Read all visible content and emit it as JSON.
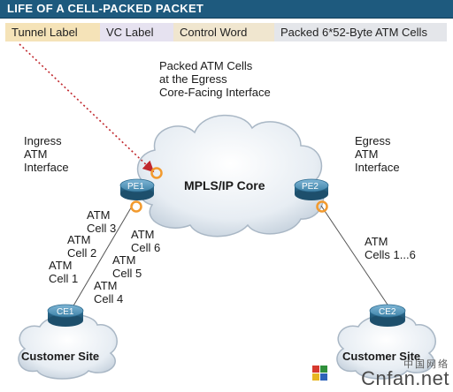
{
  "header": {
    "title": "LIFE OF A CELL-PACKED PACKET"
  },
  "packet": {
    "tunnel_label": "Tunnel Label",
    "vc_label": "VC Label",
    "control_word": "Control Word",
    "cells": "Packed 6*52-Byte ATM Cells"
  },
  "labels": {
    "packed_cells": "Packed ATM Cells\nat the Egress\nCore-Facing Interface",
    "ingress": "Ingress\nATM\nInterface",
    "egress": "Egress\nATM\nInterface",
    "core": "MPLS/IP Core",
    "pe1": "PE1",
    "pe2": "PE2",
    "ce1": "CE1",
    "ce2": "CE2",
    "cell3": "ATM\nCell 3",
    "cell2": "ATM\nCell 2",
    "cell1": "ATM\nCell 1",
    "cell6": "ATM\nCell 6",
    "cell5": "ATM\nCell 5",
    "cell4": "ATM\nCell 4",
    "cells_1_6": "ATM\nCells 1...6",
    "customer_site_left": "Customer Site",
    "customer_site_right": "Customer Site"
  },
  "watermark": {
    "text": "Cnfan.net",
    "cn": "中国网络"
  },
  "colors": {
    "header": "#1e5a7e",
    "arrow": "#c0272d",
    "router": "#3f83a8",
    "interface_ring": "#f29a2e"
  }
}
